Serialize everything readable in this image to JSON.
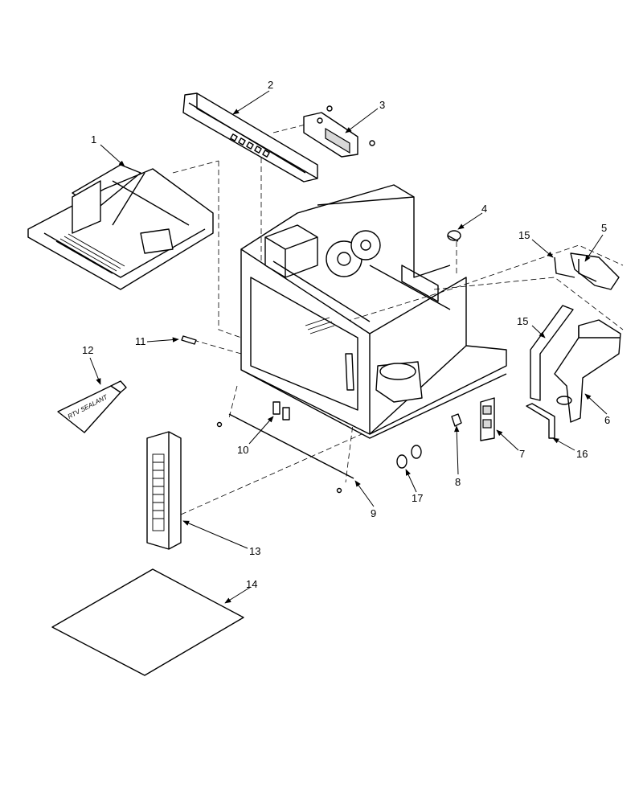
{
  "tube_label": "RTV SEALANT",
  "callouts": [
    {
      "id": "1",
      "label": "1"
    },
    {
      "id": "2",
      "label": "2"
    },
    {
      "id": "3",
      "label": "3"
    },
    {
      "id": "4",
      "label": "4"
    },
    {
      "id": "5",
      "label": "5"
    },
    {
      "id": "6",
      "label": "6"
    },
    {
      "id": "7",
      "label": "7"
    },
    {
      "id": "8",
      "label": "8"
    },
    {
      "id": "9",
      "label": "9"
    },
    {
      "id": "10",
      "label": "10"
    },
    {
      "id": "11",
      "label": "11"
    },
    {
      "id": "12",
      "label": "12"
    },
    {
      "id": "13",
      "label": "13"
    },
    {
      "id": "14",
      "label": "14"
    },
    {
      "id": "15a",
      "label": "15"
    },
    {
      "id": "15b",
      "label": "15"
    },
    {
      "id": "16",
      "label": "16"
    },
    {
      "id": "17",
      "label": "17"
    }
  ]
}
